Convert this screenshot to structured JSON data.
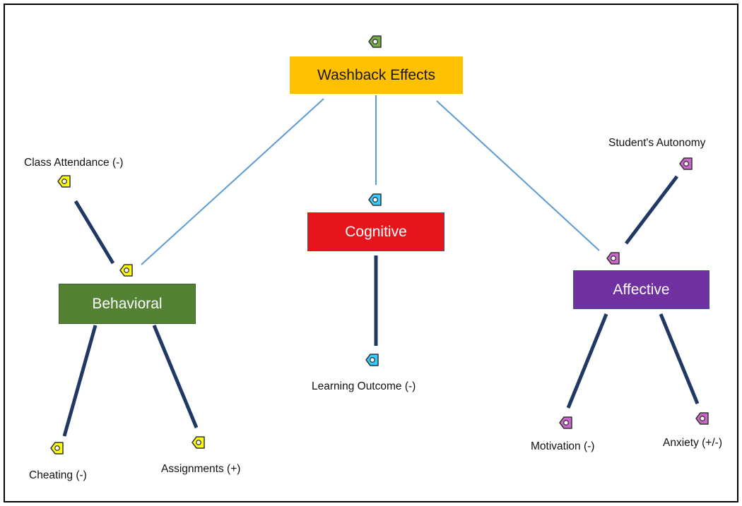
{
  "diagram": {
    "root": {
      "label": "Washback Effects",
      "color": "#ffc000",
      "text_color": "#1a1a1a"
    },
    "categories": {
      "cognitive": {
        "label": "Cognitive",
        "color": "#e8141c",
        "text_color": "#ffffff"
      },
      "behavioral": {
        "label": "Behavioral",
        "color": "#548235",
        "text_color": "#ffffff"
      },
      "affective": {
        "label": "Affective",
        "color": "#7030a0",
        "text_color": "#ffffff"
      }
    },
    "leaves": {
      "class_attendance": "Class Attendance (-)",
      "cheating": "Cheating (-)",
      "assignments": "Assignments (+)",
      "learning_outcome": "Learning Outcome (-)",
      "students_autonomy": "Student's Autonomy",
      "motivation": "Motivation (-)",
      "anxiety": "Anxiety (+/-)"
    },
    "tag_icons": {
      "root": {
        "name": "tag-icon",
        "color": "#70ad47"
      },
      "behavioral": {
        "name": "tag-icon",
        "color": "#ffff00"
      },
      "cognitive": {
        "name": "tag-icon",
        "color": "#33ccff"
      },
      "affective": {
        "name": "tag-icon",
        "color": "#cc66cc"
      }
    },
    "connector_colors": {
      "root_links": "#5b9bd5",
      "leaf_links": "#1f3864"
    }
  }
}
